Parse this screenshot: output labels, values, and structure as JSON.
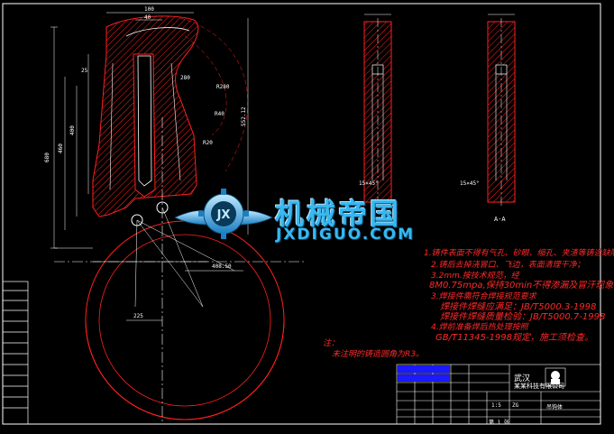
{
  "watermark": {
    "title": "机械帝国",
    "url": "JXDIGUO.COM",
    "emblem": "JX"
  },
  "drawing": {
    "section_label": "A-A",
    "chamfer_left": "15×45°",
    "chamfer_right": "15×45°",
    "dims": {
      "top_width": "100",
      "d1": "40",
      "d2": "280",
      "d3": "25",
      "h1": "680",
      "h2": "400",
      "h3": "460",
      "h4": "552.12",
      "r1": "R280",
      "r2": "R20",
      "r3": "R40",
      "bot1": "225",
      "bot2": "408.50"
    }
  },
  "notes": [
    "1.铸件表面不得有气孔、砂眼、缩孔、夹渣等铸造缺陷；",
    "2.铸后去掉浇冒口、飞边，表面清理干净；",
    "3.2mm.按技术规范，经",
    "8M0.75mpa,保持30min不得渗漏及冒汗现象；",
    "3.焊接件需符合焊接规范要求",
    "焊接件焊缝应满足：JB/T5000.3-1998",
    "焊接件焊缝质量检验：JB/T5000.7-1998",
    "4.焊前准备焊后热处理按照",
    "GB/T11345-1998规定，施工须检查。"
  ],
  "left_note": "注：",
  "left_note2": "未注明的铸造圆角为R3。",
  "title_block": {
    "company_line1": "武汉",
    "company_line2": "某某科技有限公司",
    "part_name": "吊钩体",
    "material": "ZG",
    "scale": "1:5",
    "sheet": "第 1 张"
  }
}
